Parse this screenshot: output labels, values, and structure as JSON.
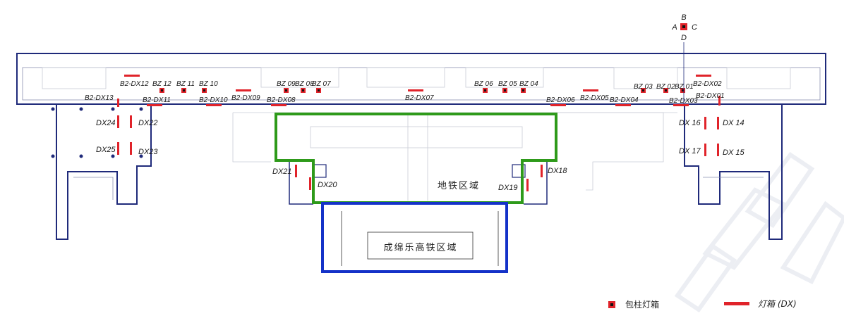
{
  "zones": {
    "metro": "地铁区域",
    "hsr": "成绵乐高铁区域"
  },
  "compass": {
    "n": "B",
    "w": "A",
    "e": "C",
    "s": "D"
  },
  "legend": {
    "pillar": "包柱灯箱",
    "lightbox": "灯箱 (DX)"
  },
  "labels": {
    "b2dx12": "B2-DX12",
    "b2dx13": "B2-DX13",
    "b2dx11": "B2-DX11",
    "b2dx10": "B2-DX10",
    "b2dx09": "B2-DX09",
    "b2dx08": "B2-DX08",
    "b2dx07": "B2-DX07",
    "b2dx06": "B2-DX06",
    "b2dx05": "B2-DX05",
    "b2dx04": "B2-DX04",
    "b2dx03": "B2-DX03",
    "b2dx02": "B2-DX02",
    "b2dx01": "B2-DX01",
    "bz12": "BZ 12",
    "bz11": "BZ 11",
    "bz10": "BZ 10",
    "bz09": "BZ 09",
    "bz08": "BZ 08",
    "bz07": "BZ 07",
    "bz06": "BZ 06",
    "bz05": "BZ 05",
    "bz04": "BZ 04",
    "bz03": "BZ 03",
    "bz02": "BZ 02",
    "bz01": "BZ 01",
    "dx24": "DX24",
    "dx22": "DX22",
    "dx25": "DX25",
    "dx23": "DX23",
    "dx21": "DX21",
    "dx20": "DX20",
    "dx19": "DX19",
    "dx18": "DX18",
    "dx16": "DX 16",
    "dx14": "DX 14",
    "dx17": "DX 17",
    "dx15": "DX 15"
  },
  "colors": {
    "outline": "#1f2a7a",
    "lightbox": "#e0232a",
    "metro": "#2e9a1a",
    "hsr": "#1432c8",
    "faint": "#c9ccd6"
  }
}
